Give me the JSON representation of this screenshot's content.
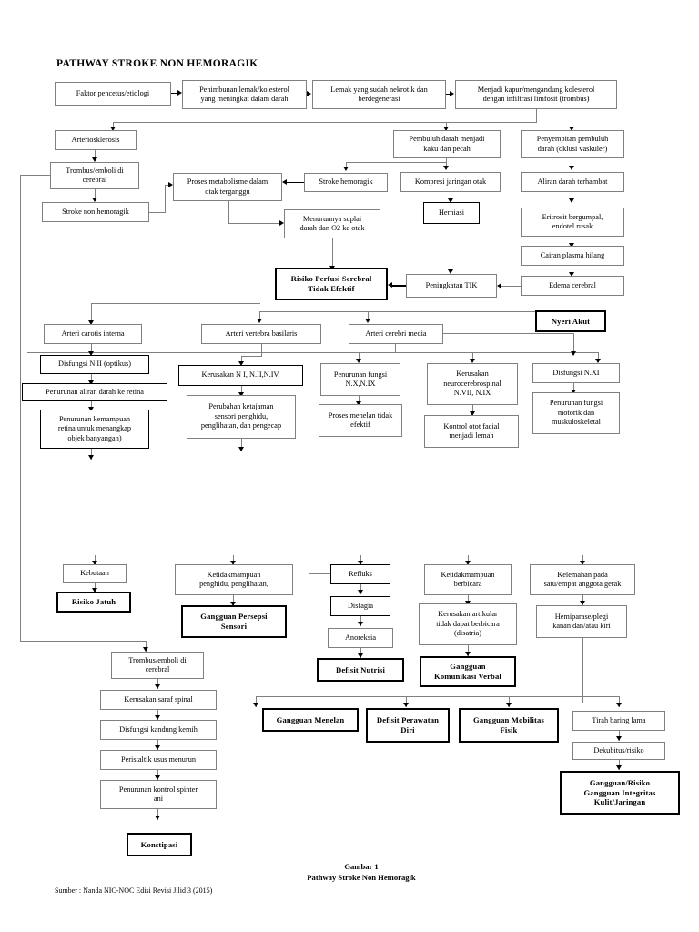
{
  "document": {
    "heading": "PATHWAY STROKE NON HEMORAGIK",
    "figure_caption": "Gambar 1\nPathway Stroke Non Hemoragik",
    "source_note": "Sumber : Nanda NIC-NOC Edisi Revisi Jilid 3 (2015)"
  },
  "colors": {
    "box_border": "#808080",
    "box_border_dark": "#000000",
    "diagnosis_border": "#000000",
    "connector": "#808080",
    "background": "#ffffff",
    "text": "#000000"
  },
  "nodes": {
    "n01": "Faktor pencetus/etiologi",
    "n02": "Penimbunan lemak/kolesterol\nyang meningkat dalam darah",
    "n03": "Lemak yang sudah nekrotik dan\nberdegenerasi",
    "n04": "Menjadi kapur/mengandung kolesterol\ndengan infiltrasi limfosit (trombus)",
    "n05": "Arteriosklerosis",
    "n06": "Trombus/emboli di\ncerebral",
    "n07": "Stroke non hemoragik",
    "n08": "Proses metabolisme dalam\notak terganggu",
    "n09": "Stroke hemoragik",
    "n10": "Pembuluh darah menjadi\nkaku dan pecah",
    "n11": "Kompresi jaringan otak",
    "n12": "Herniasi",
    "n13": "Penyempitan pembuluh\ndarah (oklusi vaskuler)",
    "n14": "Aliran darah terhambat",
    "n15": "Eritrosit bergumpal,\nendotel rusak",
    "n16": "Cairan plasma hilang",
    "n17": "Edema cerebral",
    "n18": "Menurunnya suplai\ndarah dan O2 ke otak",
    "n19": "Risiko Perfusi Serebral\nTidak Efektif",
    "n20": "Peningkatan TIK",
    "n21": "Nyeri Akut",
    "n22": "Arteri carotis interna",
    "n23": "Arteri  vertebra basilaris",
    "n24": "Arteri  cerebri media",
    "n25": "Disfungsi N II (optikus)",
    "n26": "Penurunan aliran darah ke retina",
    "n27": "Penurunan kemampuan\nretina untuk menangkap\nobjek banyangan)",
    "n28": "Kerusakan N I, N.II,N.IV,",
    "n29": "Perubahan ketajaman\nsensori penghidu,\npenglihatan, dan pengecap",
    "n30": "Penurunan fungsi\nN.X,N.IX",
    "n31": "Proses menelan tidak\nefektif",
    "n32": "Kerusakan\nneurocerebrospinal\nN.VII, N.IX",
    "n33": "Kontrol otot facial\nmenjadi lemah",
    "n34": "Disfungsi N.XI",
    "n35": "Penurunan fungsi\nmotorik dan\nmuskuloskeletal",
    "n36": "Kebutaan",
    "n37": "Risiko Jatuh",
    "n38": "Ketidakmampuan\npenghidu, penglihatan,",
    "n39": "Gangguan Persepsi\nSensori",
    "n40": "Refluks",
    "n41": "Disfagia",
    "n42": "Anoreksia",
    "n43": "Defisit Nutrisi",
    "n44": "Ketidakmampuan\nberbicara",
    "n45": "Kerusakan artikular\ntidak dapat berbicara\n(disatria)",
    "n46": "Gangguan\nKomunikasi Verbal",
    "n47": "Kelemahan pada\nsatu/empat anggota gerak",
    "n48": "Hemiparase/plegi\nkanan dan/atau kiri",
    "n49": "Trombus/emboli di\ncerebral",
    "n50": "Kerusakan saraf spinal",
    "n51": "Disfungsi kandung kemih",
    "n52": "Peristaltik usus menurun",
    "n53": "Penurunan kontrol spinter\nani",
    "n54": "Konstipasi",
    "n55": "Gangguan Menelan",
    "n56": "Defisit Perawatan\nDiri",
    "n57": "Gangguan Mobilitas\nFisik",
    "n58": "Tirah baring lama",
    "n59": "Dekubitus/risiko",
    "n60": "Gangguan/Risiko\nGangguan Integritas\nKulit/Jaringan"
  }
}
